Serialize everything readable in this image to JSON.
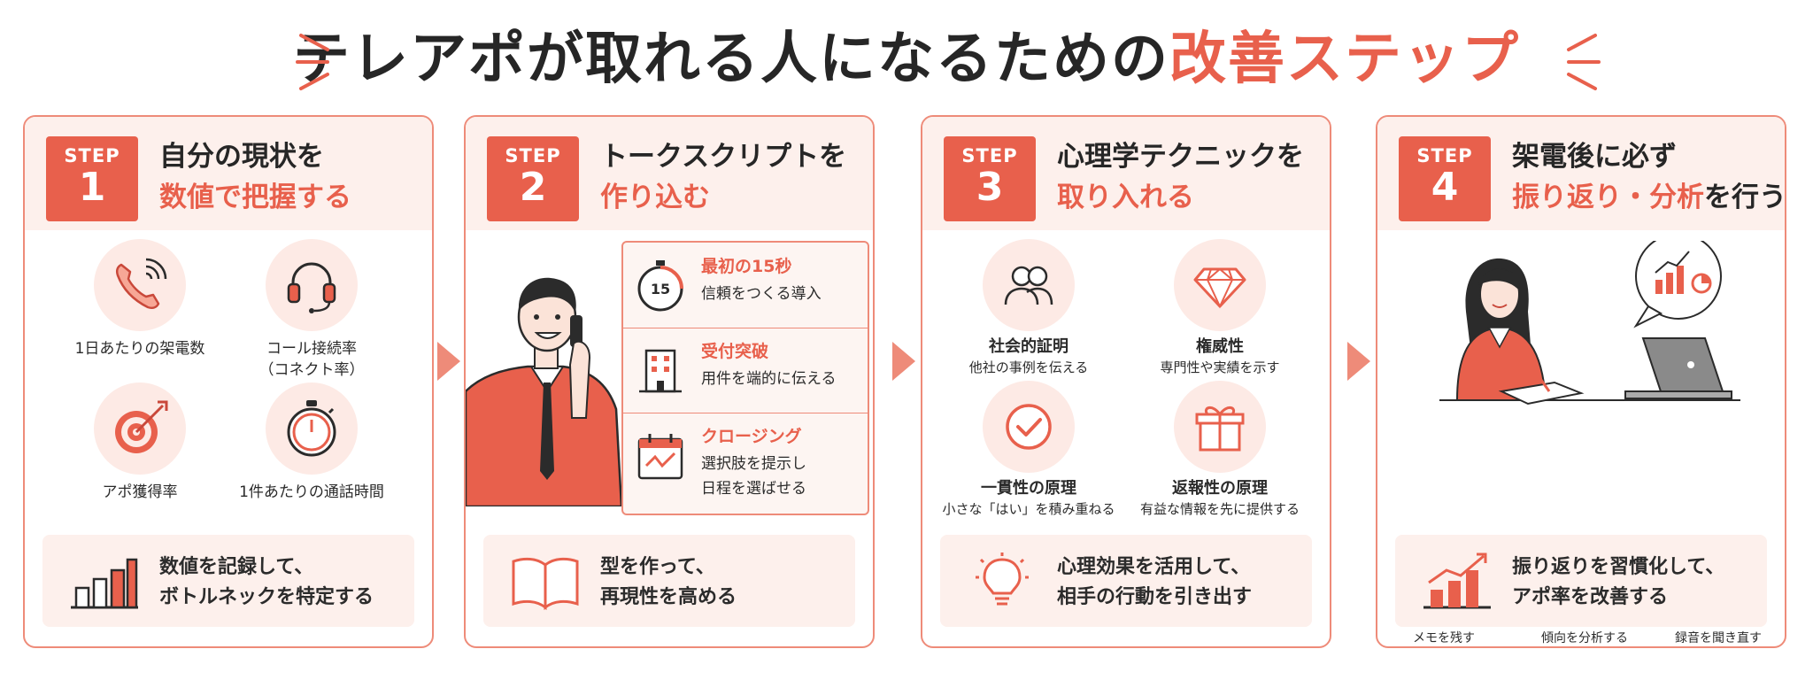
{
  "title": {
    "main": "テレアポが取れる人になるための",
    "accent": "改善ステップ"
  },
  "colors": {
    "accent": "#e8604c",
    "border": "#ee8b79",
    "tint": "#fdf0ec"
  },
  "steps": [
    {
      "label": "STEP",
      "number": "1",
      "title_line1": "自分の現状を",
      "title_line2": "数値で把握する",
      "metrics": [
        {
          "label": "1日あたりの架電数",
          "icon": "phone-icon"
        },
        {
          "label": "コール接続率\n（コネクト率）",
          "icon": "headset-icon"
        },
        {
          "label": "アポ獲得率",
          "icon": "target-icon"
        },
        {
          "label": "1件あたりの通話時間",
          "icon": "stopwatch-icon"
        }
      ],
      "bottom": {
        "line1": "数値を記録して、",
        "line2": "ボトルネックを特定する",
        "icon": "bar-chart-icon"
      }
    },
    {
      "label": "STEP",
      "number": "2",
      "title_line1": "トークスクリプトを",
      "title_line2": "作り込む",
      "script_items": [
        {
          "title": "最初の15秒",
          "desc": "信頼をつくる導入",
          "icon": "timer-15-icon",
          "icon_text": "15"
        },
        {
          "title": "受付突破",
          "desc": "用件を端的に伝える",
          "icon": "building-icon"
        },
        {
          "title": "クロージング",
          "desc_line1": "選択肢を提示し",
          "desc_line2": "日程を選ばせる",
          "icon": "calendar-icon"
        }
      ],
      "bottom": {
        "line1": "型を作って、",
        "line2": "再現性を高める",
        "icon": "book-icon"
      }
    },
    {
      "label": "STEP",
      "number": "3",
      "title_line1": "心理学テクニックを",
      "title_line2": "取り入れる",
      "techniques": [
        {
          "name": "社会的証明",
          "desc": "他社の事例を伝える",
          "icon": "people-icon"
        },
        {
          "name": "権威性",
          "desc": "専門性や実績を示す",
          "icon": "diamond-icon"
        },
        {
          "name": "一貫性の原理",
          "desc": "小さな「はい」を積み重ねる",
          "icon": "check-icon"
        },
        {
          "name": "返報性の原理",
          "desc": "有益な情報を先に提供する",
          "icon": "gift-icon"
        }
      ],
      "bottom": {
        "line1": "心理効果を活用して、",
        "line2": "相手の行動を引き出す",
        "icon": "lightbulb-icon"
      }
    },
    {
      "label": "STEP",
      "number": "4",
      "title_line1": "架電後に必ず",
      "title_line2_accent": "振り返り・分析",
      "title_line2_rest": "を行う",
      "flow": [
        {
          "label": "メモを残す",
          "icon": "memo-icon"
        },
        {
          "label": "傾向を分析する",
          "icon": "analysis-icon"
        },
        {
          "label": "録音を聞き直す",
          "icon": "headphones-icon"
        }
      ],
      "bottom": {
        "line1": "振り返りを習慣化して、",
        "line2": "アポ率を改善する",
        "icon": "growth-chart-icon"
      }
    }
  ]
}
